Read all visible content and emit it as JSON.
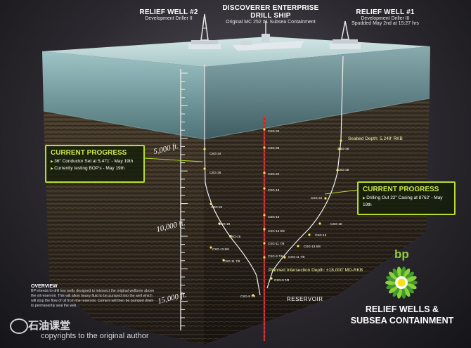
{
  "header": {
    "relief2_title": "RELIEF WELL #2",
    "relief2_sub": "Development Driller II",
    "ship_title": "DISCOVERER ENTERPRISE DRILL SHIP",
    "ship_sub": "Original MC 252 #1 Subsea Containment",
    "relief1_title": "RELIEF WELL #1",
    "relief1_sub": "Development Driller III",
    "relief1_spud": "Spudded May 2nd at 15:27 hrs"
  },
  "callout_left": {
    "heading": "CURRENT PROGRESS",
    "items": [
      "36\" Conductor Set at 5,471' - May 19th",
      "Currently testing BOP's - May 19th"
    ]
  },
  "callout_right": {
    "heading": "CURRENT PROGRESS",
    "items": [
      "Drilling Out 22\" Casing at 8762' - May 19th"
    ]
  },
  "depth_marks": [
    "5,000 ft.",
    "10,000 ft.",
    "15,000 ft."
  ],
  "annotations": {
    "seabed": "Seabed Depth: 5,249' RKB",
    "planned": "Planned Intersection Depth: ±18,000' MD-RKB",
    "reservoir": "RESERVOIR"
  },
  "casing_labels": {
    "left": [
      "CSG-34",
      "CSG-28",
      "CSG-22",
      "CSG-18",
      "CSG-16",
      "CSG-13 5/8",
      "CSG-11 7/8",
      "CSG-9 7/8"
    ],
    "center": [
      "CSG-34",
      "CSG-28",
      "CSG-22",
      "CSG-18",
      "CSG-16",
      "CSG-13 5/8",
      "CSG-11 7/8",
      "CSG-9 7/8"
    ],
    "right": [
      "CSG-36",
      "CSG-28",
      "CSG-22",
      "CSG-18",
      "CSG-16",
      "CSG-13 5/8",
      "CSG-11 7/8",
      "CSG-9 7/8"
    ]
  },
  "overview": {
    "heading": "OVERVIEW",
    "text": "BP intends to drill two wells designed to intersect the original wellbore above the oil reservoir. This will allow heavy fluid to be pumped into the well which will stop the flow of oil from the reservoir. Cement will then be pumped down to permanently seal the well."
  },
  "brand": {
    "logo_text": "bp",
    "line1": "RELIEF WELLS &",
    "line2": "SUBSEA CONTAINMENT"
  },
  "watermark": {
    "line1": "石油课堂",
    "line2": "copyrights to the original author"
  },
  "colors": {
    "accent": "#b8dc2c",
    "water": "#a8c8cc",
    "rock": "#3a2e24",
    "well_center": "#c0262a"
  }
}
